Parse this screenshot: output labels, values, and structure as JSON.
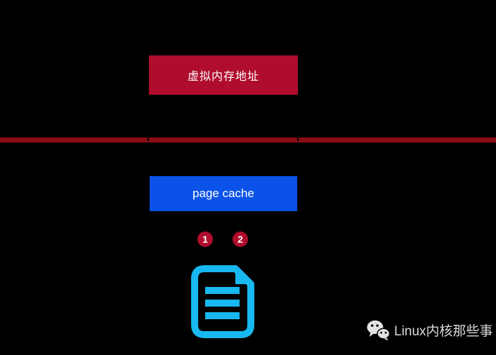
{
  "colors": {
    "background": "#000000",
    "crimson_box": "#b00c2e",
    "boundary_line": "#8a0b12",
    "blue_box": "#0b52e8",
    "file_icon": "#18b8f0",
    "watermark_text": "#d9d9d9"
  },
  "diagram": {
    "virtual_memory_box": {
      "label": "虚拟内存地址"
    },
    "page_cache_box": {
      "label": "page cache"
    },
    "step_markers": [
      {
        "label": "1"
      },
      {
        "label": "2"
      }
    ],
    "icons": {
      "file": "document-icon",
      "wechat": "wechat-icon"
    }
  },
  "watermark": {
    "brand": "Linux内核那些事"
  }
}
